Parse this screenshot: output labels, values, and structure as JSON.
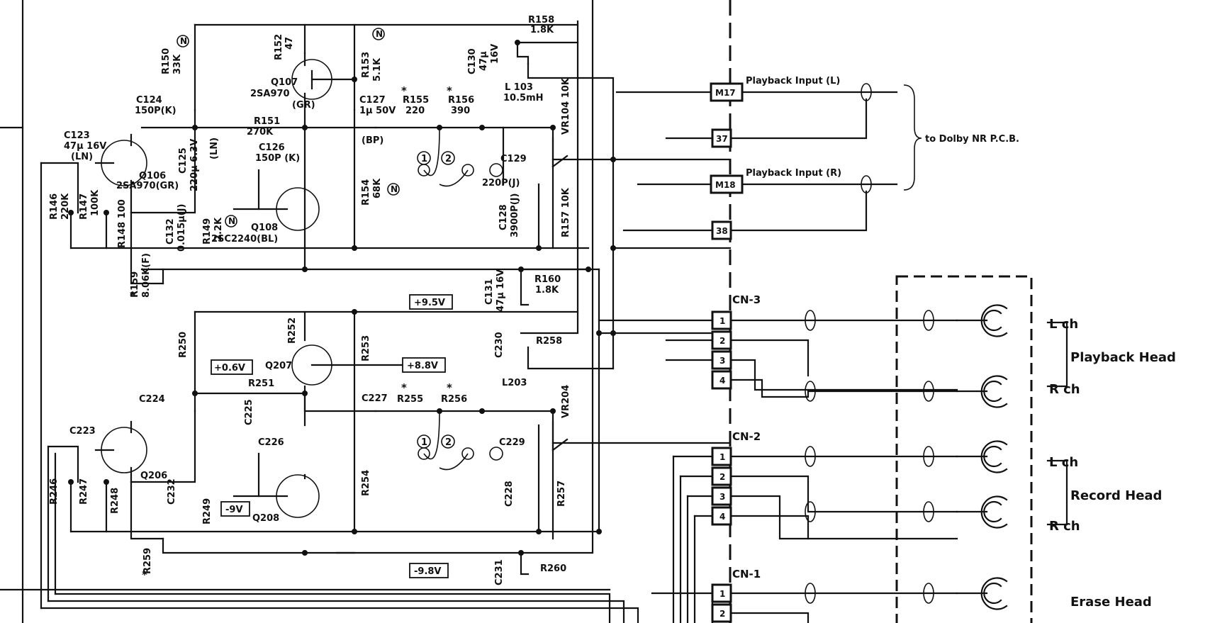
{
  "components": {
    "r158": [
      "R158",
      "1.8K"
    ],
    "r150": [
      "R150",
      "33K"
    ],
    "r152": [
      "R152",
      "47"
    ],
    "r153": [
      "R153",
      "5.1K"
    ],
    "c130": [
      "C130",
      "47µ",
      "16V"
    ],
    "q107": [
      "Q107",
      "2SA970",
      "(GR)"
    ],
    "c124": [
      "C124",
      "150P(K)"
    ],
    "c127": [
      "C127",
      "1µ 50V",
      "(BP)"
    ],
    "r155": [
      "R155",
      "220"
    ],
    "r156": [
      "R156",
      "390"
    ],
    "l103": [
      "L 103",
      "10.5mH"
    ],
    "vr104": [
      "VR104 10K"
    ],
    "c123": [
      "C123",
      "47µ 16V",
      "(LN)"
    ],
    "r151": [
      "R151",
      "270K"
    ],
    "c125": [
      "C125",
      "220µ 6.3V",
      "(LN)"
    ],
    "c126": [
      "C126",
      "150P (K)"
    ],
    "q106": [
      "Q106",
      "2SA970(GR)"
    ],
    "c129": [
      "C129",
      "220P(J)"
    ],
    "r146": [
      "R146",
      "220K"
    ],
    "r147": [
      "R147",
      "100K"
    ],
    "r148": [
      "R148 100"
    ],
    "c132": [
      "C132",
      "0.015µ(J)"
    ],
    "r149": [
      "R149",
      "2.2K"
    ],
    "q108": [
      "Q108",
      "2SC2240(BL)"
    ],
    "r154": [
      "R154",
      "68K"
    ],
    "c128": [
      "C128",
      "3900P(J)"
    ],
    "r157": [
      "R157 10K"
    ],
    "r159": [
      "R159",
      "8.06K(F)"
    ],
    "c131": [
      "C131",
      "47µ 16V"
    ],
    "r160": [
      "R160",
      "1.8K"
    ],
    "r250": "R250",
    "r252": "R252",
    "q207": "Q207",
    "r253": "R253",
    "c230": "C230",
    "r258": "R258",
    "r251": "R251",
    "c224": "C224",
    "c227": "C227",
    "r255": "R255",
    "r256": "R256",
    "l203": "L203",
    "vr204": "VR204",
    "c225": "C225",
    "c223": "C223",
    "q206": "Q206",
    "c226": "C226",
    "c229": "C229",
    "r246": "R246",
    "r247": "R247",
    "r248": "R248",
    "c232": "C232",
    "r249": "R249",
    "q208": "Q208",
    "r254": "R254",
    "c228": "C228",
    "r257": "R257",
    "r259": "R259",
    "r260": "R260",
    "c231": "C231"
  },
  "voltages": {
    "v95": "+9.5V",
    "v88": "+8.8V",
    "v06": "+0.6V",
    "vm9": "-9V",
    "vm98": "-9.8V"
  },
  "connectors": {
    "m17": "M17",
    "p37": "37",
    "m18": "M18",
    "p38": "38",
    "cn3": "CN-3",
    "cn2": "CN-2",
    "cn1": "CN-1",
    "pins": [
      "1",
      "2",
      "3",
      "4"
    ]
  },
  "signals": {
    "playback_l": "Playback Input (L)",
    "playback_r": "Playback Input (R)",
    "to_dolby": "to Dolby NR P.C.B."
  },
  "heads": {
    "lch": "L ch",
    "rch": "R ch",
    "playback": "Playback Head",
    "record": "Record Head",
    "erase": "Erase Head"
  },
  "marks": {
    "star": "*",
    "circle_n": "N",
    "pos1": "1",
    "pos2": "2"
  }
}
